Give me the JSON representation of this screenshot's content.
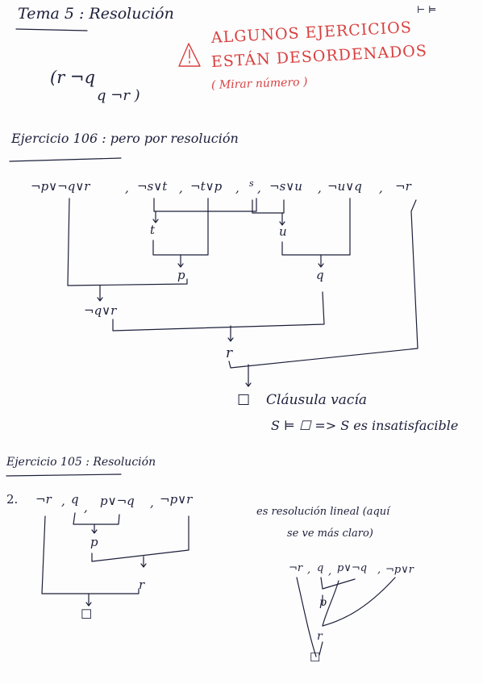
{
  "header": {
    "title": "Tema 5 : Resolución",
    "corner_mark": "⊢ ⊨",
    "formula_line1": "(r ¬q",
    "formula_line2": "q   ¬r )"
  },
  "warning": {
    "icon": "warning-triangle-icon",
    "line1": "ALGUNOS EJERCICIOS",
    "line2": "ESTÁN DESORDENADOS",
    "line3": "( Mirar número )",
    "color": "#d94040"
  },
  "exercise106": {
    "heading": "Ejercicio 106 : pero por resolución",
    "clauses": [
      "¬p∨¬q∨r",
      "¬s∨t",
      "¬t∨p",
      "s",
      "¬s∨u",
      "¬u∨q",
      "¬r"
    ],
    "separators": [
      ",",
      ",",
      ",",
      ",",
      ",",
      ","
    ],
    "steps": [
      "t",
      "u",
      "p",
      "q",
      "¬q∨r",
      "r",
      "☐"
    ],
    "empty_clause_label": "Cláusula vacía",
    "conclusion": "S ⊨ ☐  =>  S es insatisfacible"
  },
  "exercise105": {
    "heading": "Ejercicio 105 : Resolución",
    "number": "2.",
    "clauses": [
      "¬r",
      "q",
      "p∨¬q",
      "¬p∨r"
    ],
    "separators": [
      ",",
      ",",
      ","
    ],
    "steps": [
      "p",
      "r",
      "☐"
    ],
    "note_line1": "es resolución lineal (aquí",
    "note_line2": "se ve más claro)",
    "linear_clauses": [
      "¬r",
      "q",
      "p∨¬q",
      "¬p∨r"
    ],
    "linear_separators": [
      ",",
      ",",
      ","
    ],
    "linear_steps": [
      "p",
      "r",
      "☐"
    ]
  },
  "colors": {
    "ink": "#1c1f3a",
    "warning": "#d94040",
    "paper": "#fdfdfd"
  }
}
